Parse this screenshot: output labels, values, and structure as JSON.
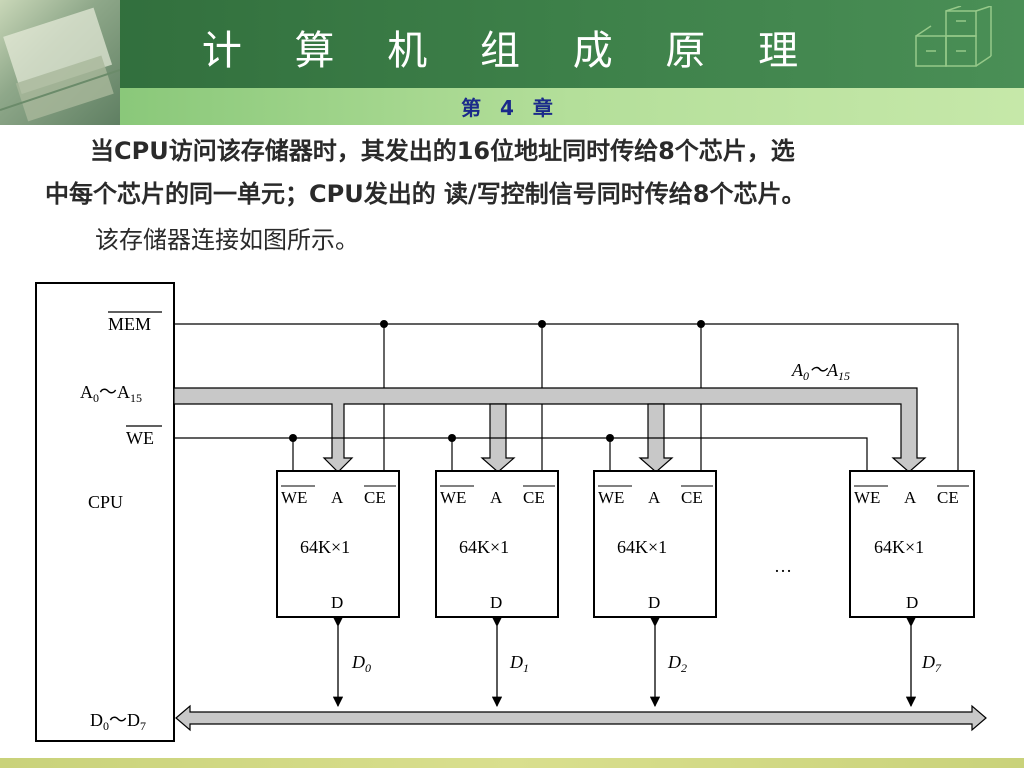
{
  "header": {
    "title": "计 算 机 组 成 原 理",
    "chapter": "第 4 章"
  },
  "text": {
    "line1": "当CPU访问该存储器时，其发出的16位地址同时传给8个芯片，选",
    "line2": "中每个芯片的同一单元；CPU发出的 读/写控制信号同时传给8个芯片。",
    "line3": "该存储器连接如图所示。"
  },
  "diagram": {
    "cpu_label": "CPU",
    "mem_signal": "MEM",
    "addr_signal": "A0～A15",
    "addr_sub0": "0",
    "addr_sub15": "15",
    "we_signal": "WE",
    "data_signal": "D0～D7",
    "bus_label_A": "A",
    "bus_label_sim": "～",
    "ellipsis": "…",
    "chips": [
      {
        "we": "WE",
        "a": "A",
        "ce": "CE",
        "size": "64K×1",
        "d": "D",
        "bus": "D",
        "sub": "0"
      },
      {
        "we": "WE",
        "a": "A",
        "ce": "CE",
        "size": "64K×1",
        "d": "D",
        "bus": "D",
        "sub": "1"
      },
      {
        "we": "WE",
        "a": "A",
        "ce": "CE",
        "size": "64K×1",
        "d": "D",
        "bus": "D",
        "sub": "2"
      },
      {
        "we": "WE",
        "a": "A",
        "ce": "CE",
        "size": "64K×1",
        "d": "D",
        "bus": "D",
        "sub": "7"
      }
    ]
  },
  "colors": {
    "header_green": "#3d8049",
    "subbar_green": "#b4df9a",
    "chapter_blue": "#1a2a8a",
    "bus_gray": "#c8c8c8"
  }
}
